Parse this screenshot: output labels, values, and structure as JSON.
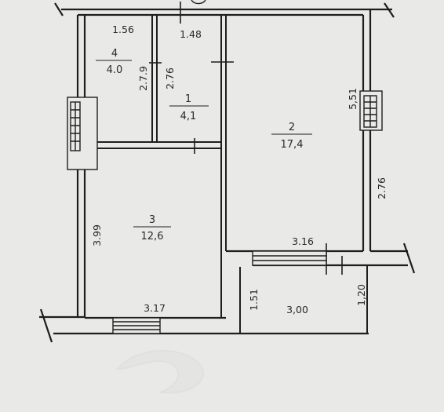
{
  "rooms": [
    {
      "number": "1",
      "area": "4,1"
    },
    {
      "number": "2",
      "area": "17,4"
    },
    {
      "number": "3",
      "area": "12,6"
    },
    {
      "number": "4",
      "area": "4.0"
    }
  ],
  "dimensions": {
    "room4_width": "1.56",
    "room4_depth": "2.7.9",
    "room1_width": "1.48",
    "room1_depth": "2.76",
    "room2_depth_right": "5,51",
    "room2_width_bottom": "3.16",
    "balcony_side": "2.76",
    "room3_depth": "3.99",
    "room3_width_bottom": "3.17",
    "loggia_left": "1.51",
    "loggia_width": "3,00",
    "loggia_right": "1,20"
  },
  "colors": {
    "background": "#e9e9e7",
    "wall": "#1e1e1e"
  }
}
